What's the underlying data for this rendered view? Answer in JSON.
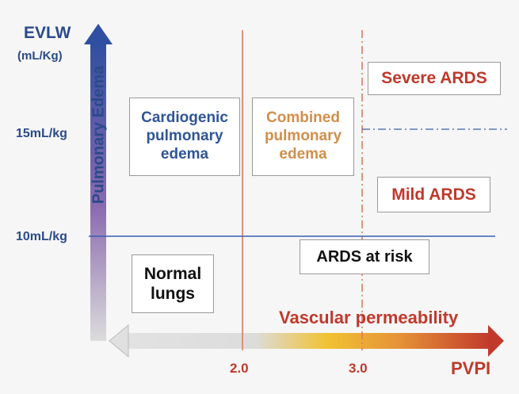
{
  "y_axis": {
    "title": "EVLW",
    "unit": "(mL/Kg)",
    "arrow_label": "Pulmonary Edema",
    "ticks": [
      "15mL/kg",
      "10mL/kg"
    ]
  },
  "x_axis": {
    "title": "PVPI",
    "arrow_label": "Vascular permeability",
    "ticks": [
      "2.0",
      "3.0"
    ]
  },
  "regions": {
    "cardiogenic": "Cardiogenic\npulmonary\nedema",
    "combined": "Combined\npulmonary\nedema",
    "severe_ards": "Severe ARDS",
    "mild_ards": "Mild ARDS",
    "ards_at_risk": "ARDS at risk",
    "normal_lungs": "Normal\nlungs"
  },
  "colors": {
    "blue": "#2a4a8a",
    "red": "#c0392b",
    "orange": "#d08f4a",
    "threshold_line": "#e07a5f",
    "horizontal_line": "#3a5fb0"
  },
  "icons": [
    "arrow-up-icon",
    "arrow-left-right-icon"
  ]
}
